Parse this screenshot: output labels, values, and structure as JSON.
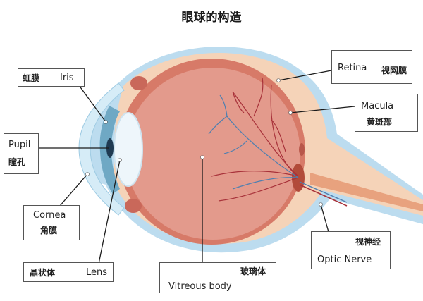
{
  "title": "眼球的构造",
  "labels": {
    "iris": {
      "cn": "虹膜",
      "en": "Iris"
    },
    "pupil": {
      "cn": "瞳孔",
      "en": "Pupil"
    },
    "cornea": {
      "cn": "角膜",
      "en": "Cornea"
    },
    "lens": {
      "cn": "晶状体",
      "en": "Lens"
    },
    "vitreous": {
      "cn": "玻璃体",
      "en": "Vitreous body"
    },
    "optic": {
      "cn": "视神经",
      "en": "Optic Nerve"
    },
    "retina": {
      "cn": "视网膜",
      "en": "Retina"
    },
    "macula": {
      "cn": "黄斑部",
      "en": "Macula"
    }
  },
  "colors": {
    "outer_sheath": "#bcdcef",
    "sclera": "#f5d3b8",
    "choroid": "#d77a68",
    "vitreous": "#e39a8c",
    "cornea": "#d6ecf7",
    "iris": "#6fa8c4",
    "lens": "#eef6fb",
    "vessel_red": "#a8323a",
    "vessel_blue": "#4e7fb0"
  }
}
